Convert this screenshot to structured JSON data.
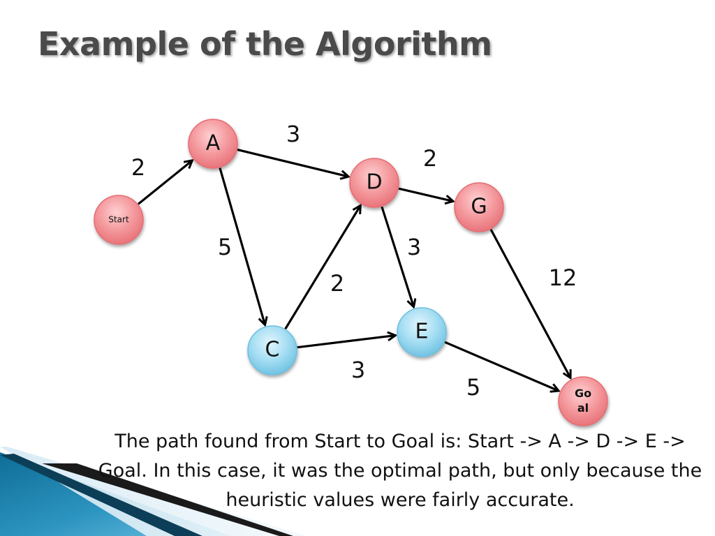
{
  "slide": {
    "title": "Example of the Algorithm",
    "caption": "The path found from Start to Goal is: Start -> A -> D -> E -> Goal. In this case, it was the optimal path, but only because the heuristic values were fairly accurate."
  },
  "colors": {
    "red_node": "#f08a8e",
    "blue_node": "#8fd4ee",
    "edge": "#000000",
    "title": "#4a4a4a"
  },
  "graph": {
    "nodes": [
      {
        "id": "start",
        "label": "Start",
        "color": "red"
      },
      {
        "id": "a",
        "label": "A",
        "color": "red"
      },
      {
        "id": "d",
        "label": "D",
        "color": "red"
      },
      {
        "id": "g",
        "label": "G",
        "color": "red"
      },
      {
        "id": "c",
        "label": "C",
        "color": "blue"
      },
      {
        "id": "e",
        "label": "E",
        "color": "blue"
      },
      {
        "id": "goal",
        "label": "Goal",
        "label_lines": [
          "Go",
          "al"
        ],
        "color": "red"
      }
    ],
    "edges": [
      {
        "from": "start",
        "to": "a",
        "weight": "2"
      },
      {
        "from": "a",
        "to": "d",
        "weight": "3"
      },
      {
        "from": "a",
        "to": "c",
        "weight": "5"
      },
      {
        "from": "d",
        "to": "g",
        "weight": "2"
      },
      {
        "from": "d",
        "to": "e",
        "weight": "3"
      },
      {
        "from": "c",
        "to": "d",
        "weight": "2"
      },
      {
        "from": "c",
        "to": "e",
        "weight": "3"
      },
      {
        "from": "g",
        "to": "goal",
        "weight": "12"
      },
      {
        "from": "e",
        "to": "goal",
        "weight": "5"
      }
    ]
  }
}
